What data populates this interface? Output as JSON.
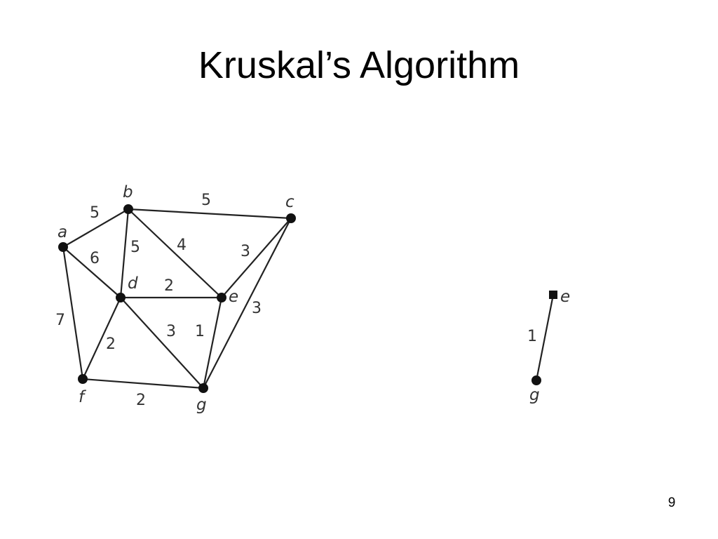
{
  "slide": {
    "title": "Kruskal’s Algorithm",
    "page_number": "9"
  },
  "colors": {
    "edge": "#222222",
    "node": "#111111",
    "label": "#333333"
  },
  "full_graph": {
    "nodes": [
      {
        "id": "a",
        "label": "a"
      },
      {
        "id": "b",
        "label": "b"
      },
      {
        "id": "c",
        "label": "c"
      },
      {
        "id": "d",
        "label": "d"
      },
      {
        "id": "e",
        "label": "e"
      },
      {
        "id": "f",
        "label": "f"
      },
      {
        "id": "g",
        "label": "g"
      }
    ],
    "edges": [
      {
        "from": "a",
        "to": "b",
        "weight": "5"
      },
      {
        "from": "b",
        "to": "c",
        "weight": "5"
      },
      {
        "from": "a",
        "to": "d",
        "weight": "6"
      },
      {
        "from": "b",
        "to": "d",
        "weight": "5"
      },
      {
        "from": "b",
        "to": "e",
        "weight": "4"
      },
      {
        "from": "c",
        "to": "e",
        "weight": "3"
      },
      {
        "from": "d",
        "to": "e",
        "weight": "2"
      },
      {
        "from": "c",
        "to": "g",
        "weight": "3"
      },
      {
        "from": "a",
        "to": "f",
        "weight": "7"
      },
      {
        "from": "d",
        "to": "f",
        "weight": "2"
      },
      {
        "from": "d",
        "to": "g",
        "weight": "3"
      },
      {
        "from": "e",
        "to": "g",
        "weight": "1"
      },
      {
        "from": "f",
        "to": "g",
        "weight": "2"
      }
    ]
  },
  "spanning_tree_step": {
    "nodes": [
      {
        "id": "e",
        "label": "e"
      },
      {
        "id": "g",
        "label": "g"
      }
    ],
    "edges": [
      {
        "from": "e",
        "to": "g",
        "weight": "1"
      }
    ]
  }
}
